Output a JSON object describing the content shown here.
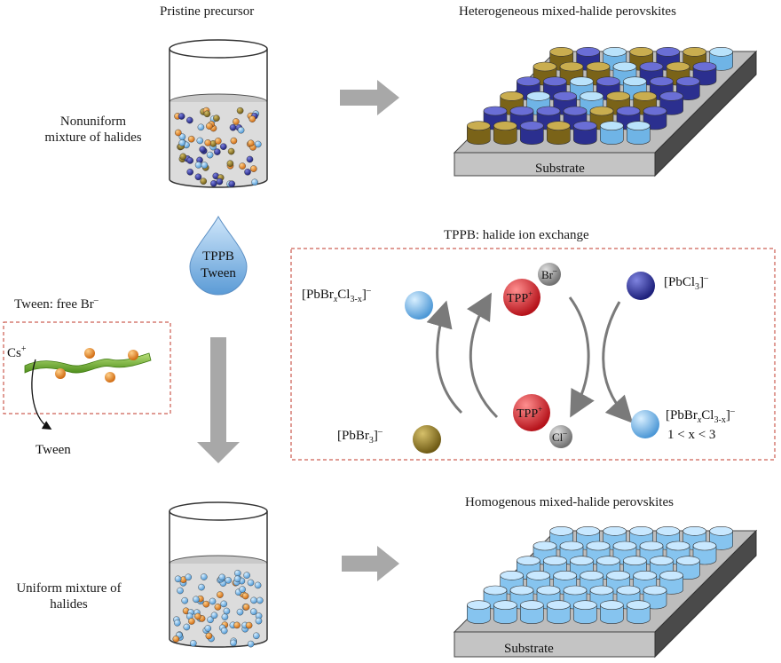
{
  "top": {
    "precursor_title": "Pristine precursor",
    "product_title": "Heterogeneous mixed-halide perovskites",
    "mixture_label_line1": "Nonuniform",
    "mixture_label_line2": "mixture of halides",
    "substrate_label": "Substrate"
  },
  "drop": {
    "line1": "TPPB",
    "line2": "Tween"
  },
  "tween_box": {
    "title": "Tween: free Br",
    "title_sup": "–",
    "cs_label": "Cs",
    "cs_sup": "+",
    "tween_label": "Tween"
  },
  "exchange": {
    "title": "TPPB: halide ion exchange",
    "tpp": "TPP",
    "tpp_sup": "+",
    "br": "Br",
    "cl": "Cl",
    "ion_sup": "–",
    "pbcl3": "[PbCl",
    "pbcl3_sub": "3",
    "pbbr3": "[PbBr",
    "pbbr3_sub": "3",
    "mixed_a": "[PbBr",
    "mixed_x": "x",
    "mixed_b": "Cl",
    "mixed_sub": "3-x",
    "close": "]",
    "range_text": "1 < x < 3",
    "colors": {
      "dark_blue": "#2b2f8f",
      "light_blue": "#6fb4e6",
      "olive": "#8a7524",
      "red": "#d8232c",
      "gray": "#8c8c8c"
    }
  },
  "bottom": {
    "product_title": "Homogenous mixed-halide perovskites",
    "mixture_label_line1": "Uniform mixture of",
    "mixture_label_line2": "halides",
    "substrate_label": "Substrate"
  }
}
